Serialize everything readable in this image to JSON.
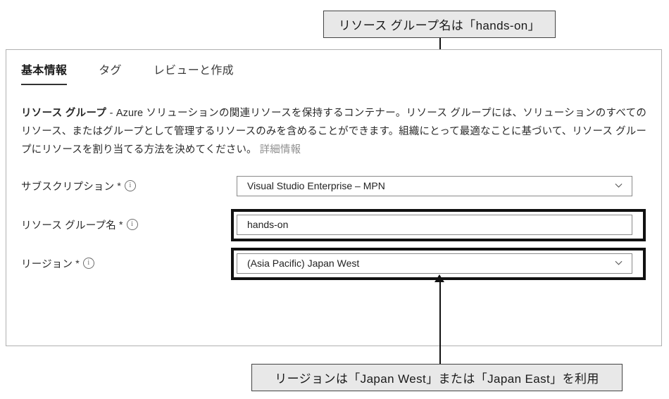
{
  "callouts": {
    "top": "リソース グループ名は「hands-on」",
    "bottom": "リージョンは「Japan West」または「Japan East」を利用"
  },
  "panel": {
    "tabs": [
      {
        "label": "基本情報",
        "active": true
      },
      {
        "label": "タグ",
        "active": false
      },
      {
        "label": "レビューと作成",
        "active": false
      }
    ],
    "description": {
      "bold_lead": "リソース グループ",
      "body": " - Azure ソリューションの関連リソースを保持するコンテナー。リソース グループには、ソリューションのすべてのリソース、またはグループとして管理するリソースのみを含めることができます。組織にとって最適なことに基づいて、リソース グループにリソースを割り当てる方法を決めてください。",
      "link": "詳細情報"
    },
    "fields": [
      {
        "label": "サブスクリプション",
        "required_mark": "*",
        "info_icon": "info-circle-icon",
        "type": "select",
        "value": "Visual Studio Enterprise – MPN",
        "emphasized": false
      },
      {
        "label": "リソース グループ名",
        "required_mark": "*",
        "info_icon": "info-circle-icon",
        "type": "text",
        "value": "hands-on",
        "placeholder": "",
        "emphasized": true
      },
      {
        "label": "リージョン",
        "required_mark": "*",
        "info_icon": "info-circle-icon",
        "type": "select",
        "value": "(Asia Pacific) Japan West",
        "emphasized": true
      }
    ]
  },
  "colors": {
    "callout_fill": "#e8e8e8",
    "callout_border": "#444444",
    "panel_border": "#b0b0b0",
    "emphasis": "#111111",
    "link": "#8f8f8f",
    "control_border": "#8a8a8a"
  }
}
